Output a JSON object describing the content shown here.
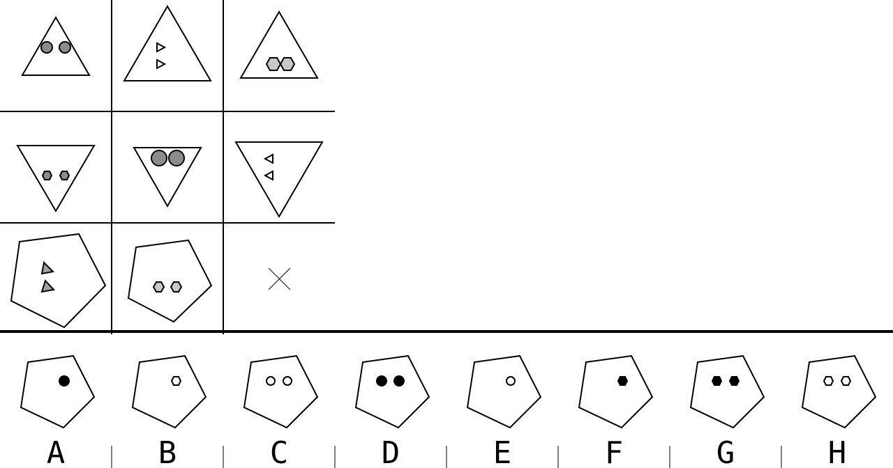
{
  "puzzle": {
    "missing_marker": "×",
    "matrix": [
      {
        "row": 1,
        "col": 1,
        "outer": "triangle-up",
        "inner": {
          "shape": "circle",
          "count": 2,
          "color": "#8c8c8c"
        }
      },
      {
        "row": 1,
        "col": 2,
        "outer": "triangle-up",
        "inner": {
          "shape": "triangle",
          "count": 2,
          "color": "#ffffff"
        }
      },
      {
        "row": 1,
        "col": 3,
        "outer": "triangle-up",
        "inner": {
          "shape": "hexagon",
          "count": 2,
          "color": "#c8c8c8"
        }
      },
      {
        "row": 2,
        "col": 1,
        "outer": "triangle-down",
        "inner": {
          "shape": "hexagon",
          "count": 2,
          "color": "#8c8c8c"
        }
      },
      {
        "row": 2,
        "col": 2,
        "outer": "triangle-down",
        "inner": {
          "shape": "circle",
          "count": 2,
          "color": "#8c8c8c"
        }
      },
      {
        "row": 2,
        "col": 3,
        "outer": "triangle-down",
        "inner": {
          "shape": "triangle",
          "count": 2,
          "color": "#ffffff"
        }
      },
      {
        "row": 3,
        "col": 1,
        "outer": "pentagon",
        "inner": {
          "shape": "triangle",
          "count": 2,
          "color": "#a0a0a0"
        }
      },
      {
        "row": 3,
        "col": 2,
        "outer": "pentagon",
        "inner": {
          "shape": "hexagon",
          "count": 2,
          "color": "#c8c8c8"
        }
      },
      {
        "row": 3,
        "col": 3,
        "outer": "missing",
        "inner": null
      }
    ]
  },
  "answers": [
    {
      "label": "A",
      "outer": "pentagon",
      "inner": {
        "shape": "circle",
        "count": 1,
        "color": "#000000"
      }
    },
    {
      "label": "B",
      "outer": "pentagon",
      "inner": {
        "shape": "hexagon",
        "count": 1,
        "color": "#ffffff"
      }
    },
    {
      "label": "C",
      "outer": "pentagon",
      "inner": {
        "shape": "circle",
        "count": 2,
        "color": "#ffffff"
      }
    },
    {
      "label": "D",
      "outer": "pentagon",
      "inner": {
        "shape": "circle",
        "count": 2,
        "color": "#000000"
      }
    },
    {
      "label": "E",
      "outer": "pentagon",
      "inner": {
        "shape": "circle",
        "count": 1,
        "color": "#ffffff"
      }
    },
    {
      "label": "F",
      "outer": "pentagon",
      "inner": {
        "shape": "hexagon",
        "count": 1,
        "color": "#000000"
      }
    },
    {
      "label": "G",
      "outer": "pentagon",
      "inner": {
        "shape": "hexagon",
        "count": 2,
        "color": "#000000"
      }
    },
    {
      "label": "H",
      "outer": "pentagon",
      "inner": {
        "shape": "hexagon",
        "count": 2,
        "color": "#ffffff"
      }
    }
  ]
}
